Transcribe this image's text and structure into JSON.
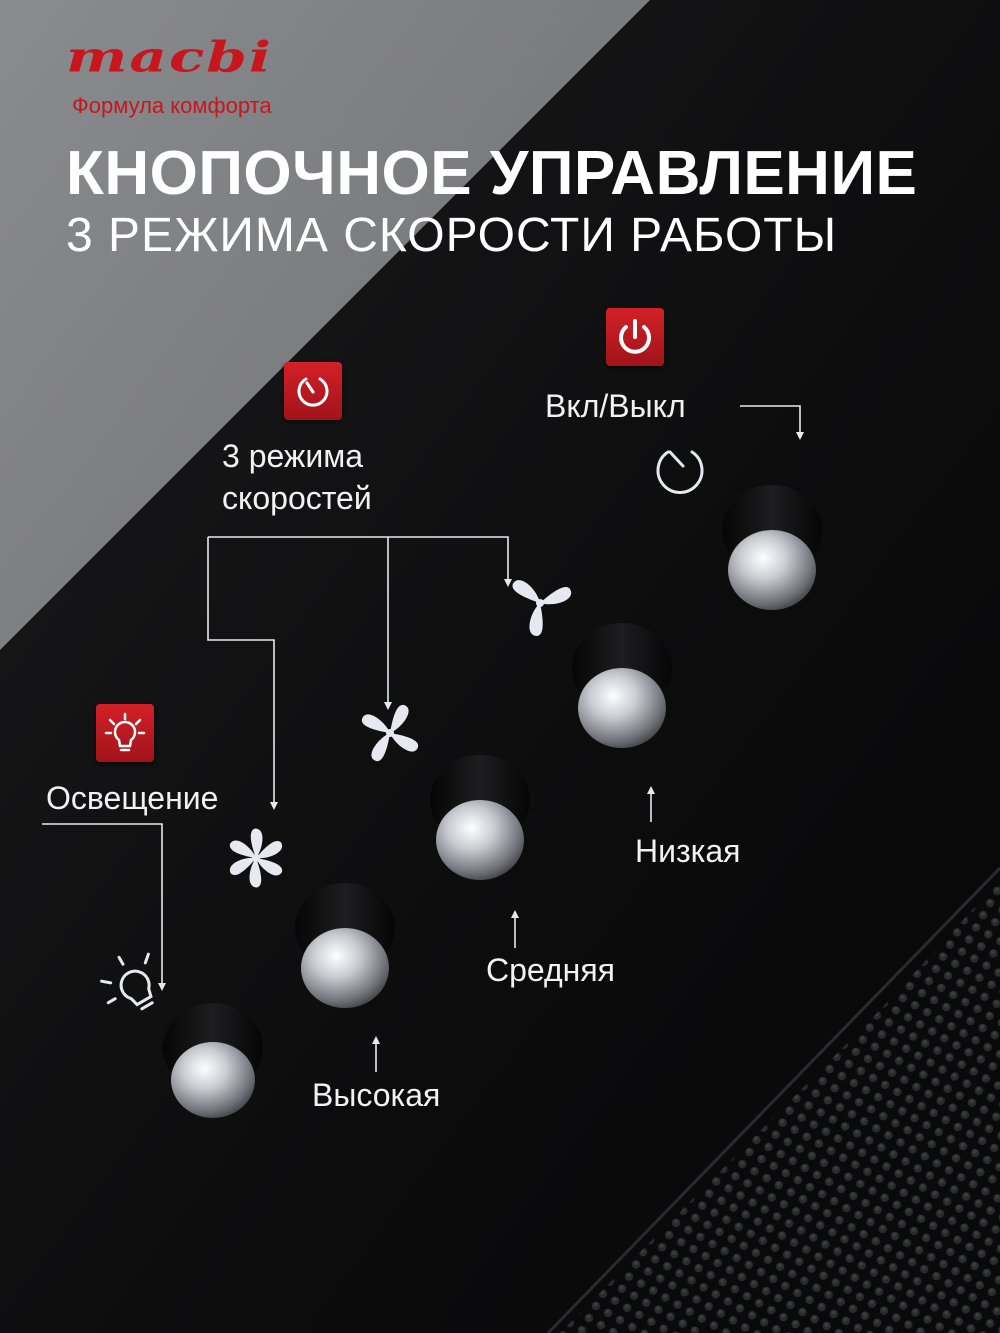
{
  "brand": {
    "name": "macbi",
    "tagline": "Формула комфорта",
    "color": "#c8161d"
  },
  "headline": {
    "title": "КНОПОЧНОЕ УПРАВЛЕНИЕ",
    "subtitle": "3 РЕЖИМА СКОРОСТИ РАБОТЫ"
  },
  "callouts": {
    "power": {
      "label": "Вкл/Выкл",
      "icon": "power-icon"
    },
    "speeds": {
      "label_line1": "3 режима",
      "label_line2": "скоростей",
      "icon": "timer-icon"
    },
    "light": {
      "label": "Освещение",
      "icon": "lightbulb-icon"
    }
  },
  "speed_levels": {
    "low": "Низкая",
    "medium": "Средняя",
    "high": "Высокая"
  },
  "colors": {
    "accent": "#c8161d",
    "panel": "#0d0d0e",
    "top_background": "#7a7b7e",
    "text": "#ffffff",
    "symbols": "#e6e9f0"
  }
}
